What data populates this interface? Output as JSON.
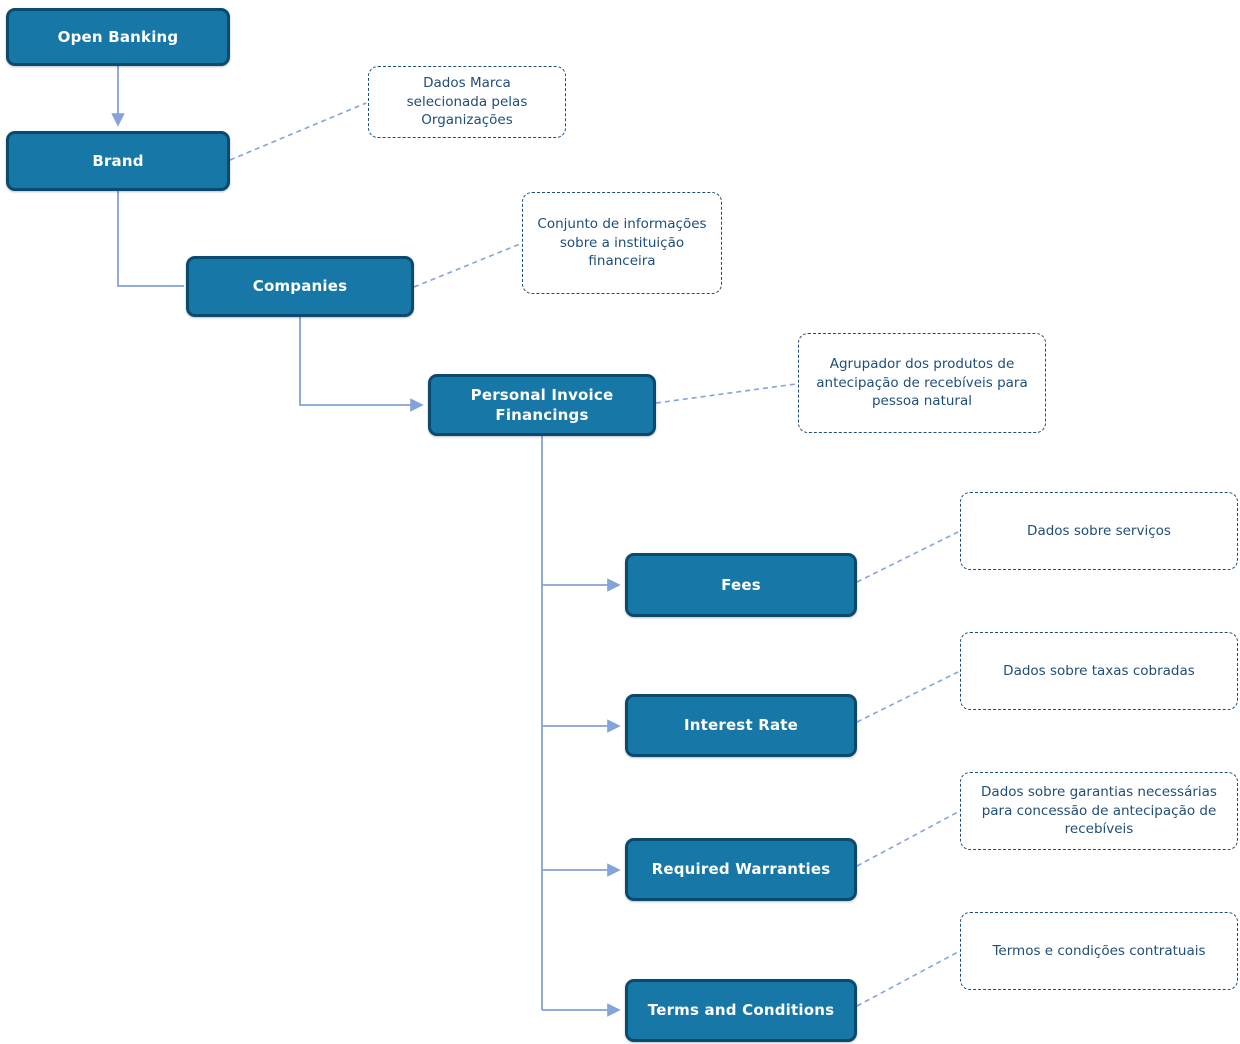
{
  "diagram": {
    "nodes": [
      {
        "id": "open-banking",
        "label": "Open Banking"
      },
      {
        "id": "brand",
        "label": "Brand"
      },
      {
        "id": "companies",
        "label": "Companies"
      },
      {
        "id": "personal-invoice-financings",
        "label": "Personal Invoice Financings"
      },
      {
        "id": "fees",
        "label": "Fees"
      },
      {
        "id": "interest-rate",
        "label": "Interest Rate"
      },
      {
        "id": "required-warranties",
        "label": "Required Warranties"
      },
      {
        "id": "terms-and-conditions",
        "label": "Terms and Conditions"
      }
    ],
    "annotations": [
      {
        "for": "brand",
        "text": "Dados Marca selecionada pelas Organizações"
      },
      {
        "for": "companies",
        "text": "Conjunto de informações sobre a instituição financeira"
      },
      {
        "for": "personal-invoice-financings",
        "text": "Agrupador dos produtos de antecipação de recebíveis para pessoa natural"
      },
      {
        "for": "fees",
        "text": "Dados sobre serviços"
      },
      {
        "for": "interest-rate",
        "text": "Dados sobre taxas cobradas"
      },
      {
        "for": "required-warranties",
        "text": "Dados sobre garantias necessárias para concessão de antecipação de recebíveis"
      },
      {
        "for": "terms-and-conditions",
        "text": "Termos e condições contratuais"
      }
    ],
    "colors": {
      "node_fill": "#1777a6",
      "node_border": "#0b4a6f",
      "node_text": "#ffffff",
      "annotation_border": "#1f4e79",
      "annotation_text": "#1f4e79",
      "connector": "#84a3d6"
    }
  }
}
